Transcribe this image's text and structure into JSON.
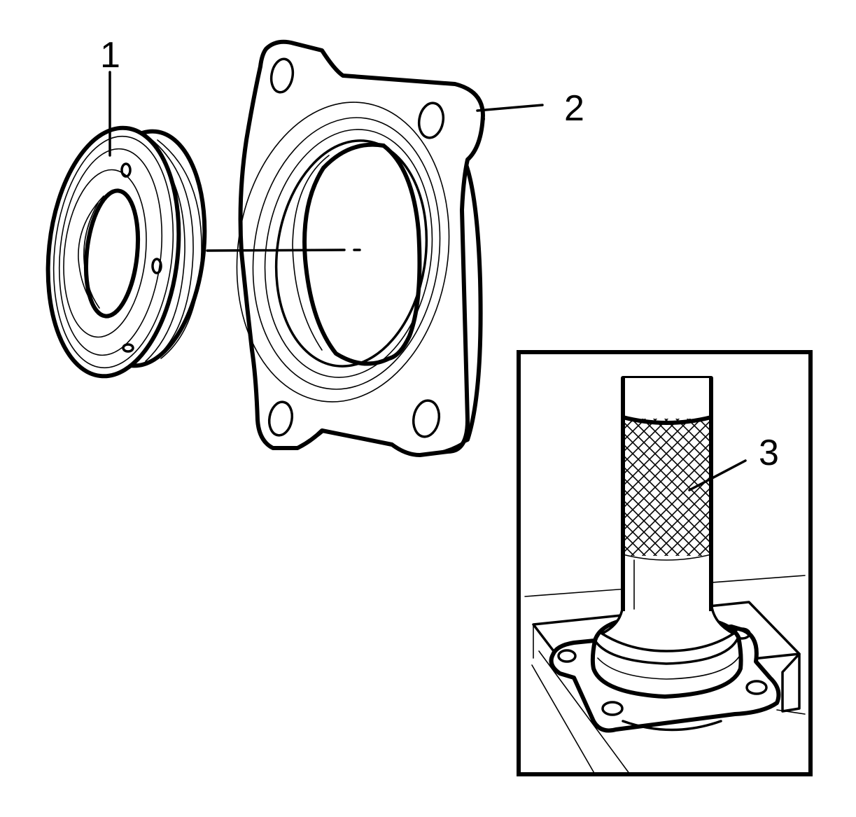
{
  "callouts": {
    "seal": "1",
    "housing": "2",
    "tool": "3"
  },
  "colors": {
    "line": "#000000",
    "background": "#ffffff"
  }
}
